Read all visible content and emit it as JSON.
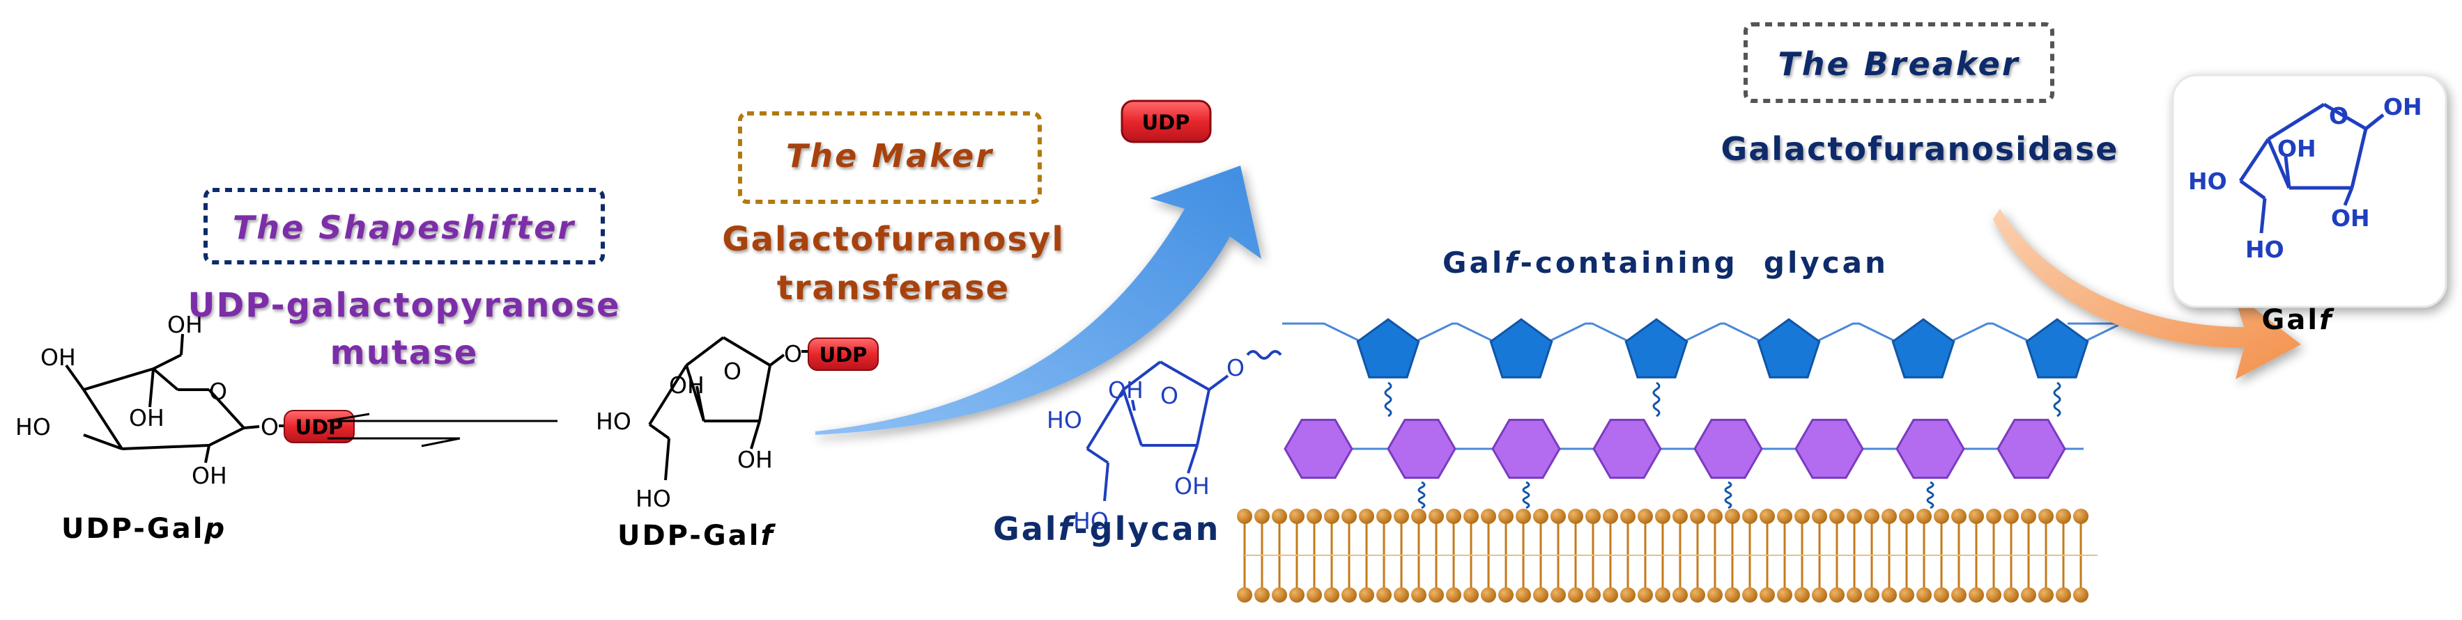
{
  "shapeshifter": {
    "box_title": "The Shapeshifter",
    "enzyme_line1": "UDP-galactopyranose",
    "enzyme_line2": "mutase"
  },
  "maker": {
    "box_title": "The Maker",
    "enzyme_line1": "Galactofuranosyl",
    "enzyme_line2": "transferase"
  },
  "breaker": {
    "box_title": "The Breaker",
    "enzyme": "Galactofuranosidase"
  },
  "molecules": {
    "udp_galp": {
      "prefix": "UDP-Gal",
      "suffix": "p"
    },
    "udp_galf": {
      "prefix": "UDP-Gal",
      "suffix": "f"
    },
    "galf": {
      "prefix": "Gal",
      "suffix": "f"
    },
    "galf_glycan": {
      "prefix": "Gal",
      "suffix": "f",
      "rest": "-glycan"
    },
    "galf_containing": {
      "prefix": "Gal",
      "suffix": "f",
      "rest": "-containing  glycan"
    },
    "udp_tag": "UDP"
  },
  "atoms": {
    "oh": "OH",
    "ho": "HO",
    "o": "O"
  },
  "colors": {
    "shapeshifter": "#7b2fa8",
    "maker": "#a8430c",
    "breaker": "#0e2c6b",
    "navy_label": "#0e2c6b",
    "udp_red": "#e8262d",
    "pentagon_blue": "#1878d8",
    "hexagon_purple": "#b36cf0",
    "membrane_gold": "#c57a1a",
    "arrow_blue": "#5aa2ea",
    "arrow_orange": "#f3a168"
  }
}
